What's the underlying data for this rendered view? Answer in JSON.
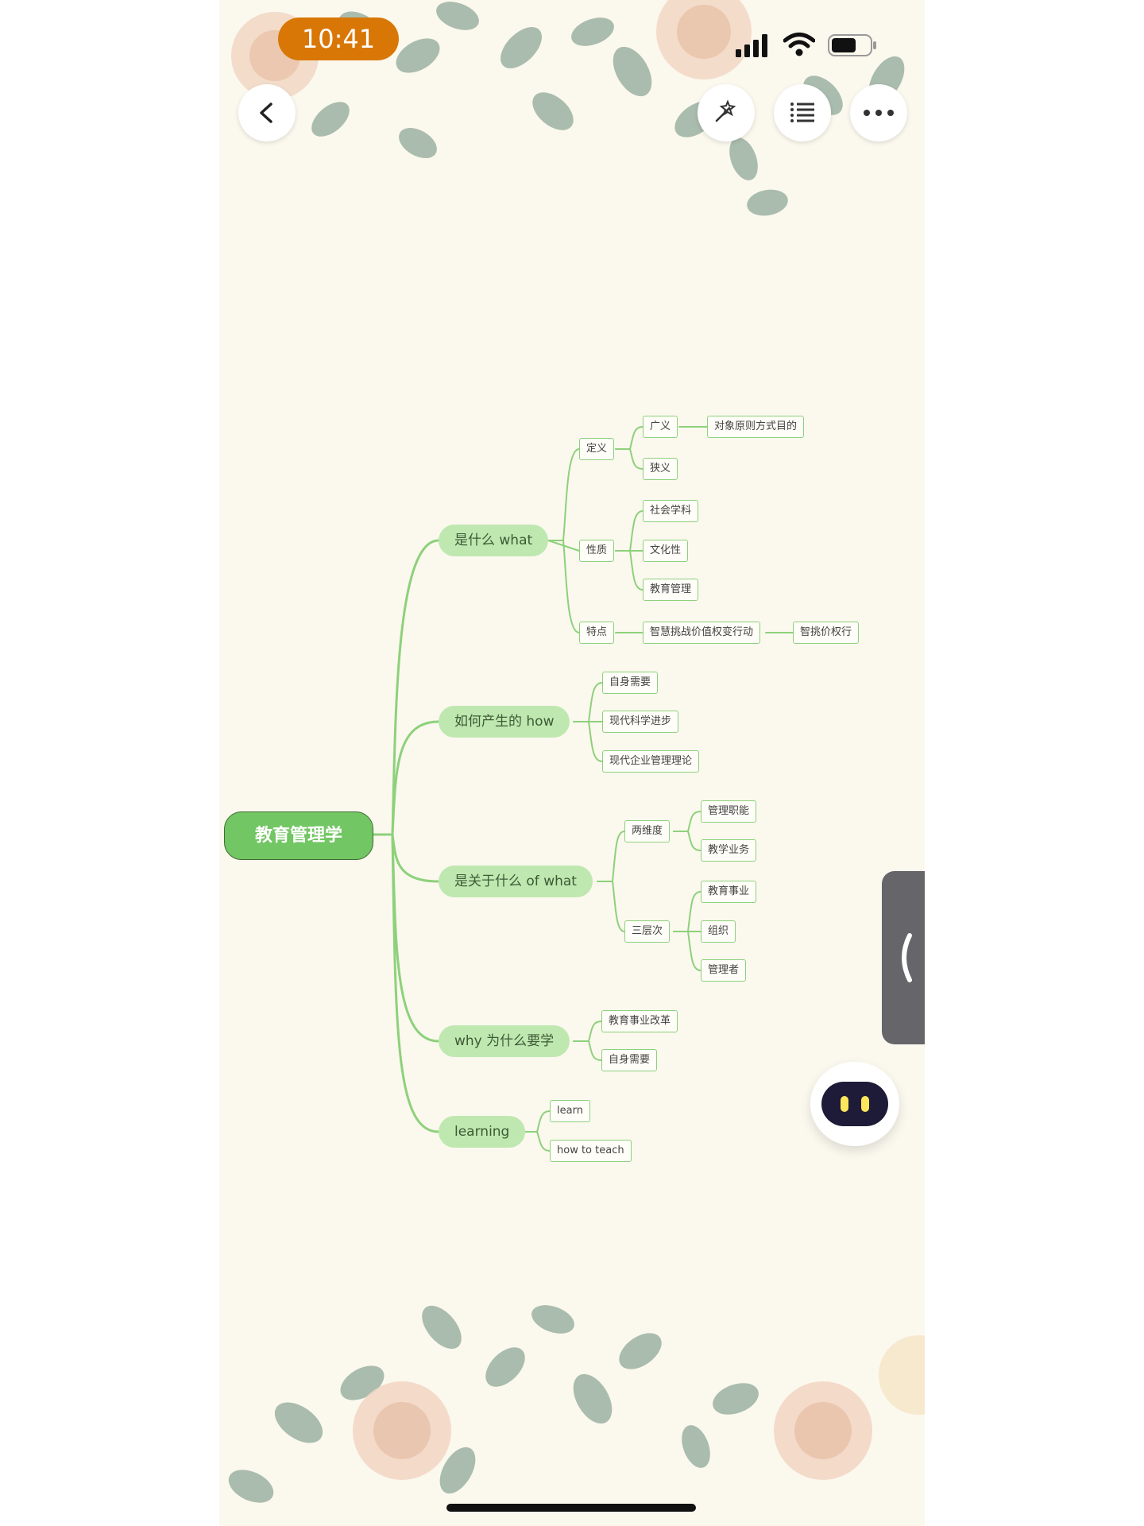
{
  "status_bar": {
    "time": "10:41"
  },
  "toolbar": {
    "back": "back-arrow",
    "icons": [
      "magic-wand-icon",
      "outline-list-icon",
      "more-icon"
    ]
  },
  "mindmap": {
    "root": "教育管理学",
    "what": {
      "label": "是什么 what",
      "definition": {
        "label": "定义",
        "broad": "广义",
        "broad_detail": "对象原则方式目的",
        "narrow": "狭义"
      },
      "nature": {
        "label": "性质",
        "items": [
          "社会学科",
          "文化性",
          "教育管理"
        ]
      },
      "features": {
        "label": "特点",
        "item": "智慧挑战价值权变行动",
        "detail": "智挑价权行"
      }
    },
    "how": {
      "label": "如何产生的 how",
      "items": [
        "自身需要",
        "现代科学进步",
        "现代企业管理理论"
      ]
    },
    "of_what": {
      "label": "是关于什么 of what",
      "two_dims": {
        "label": "两维度",
        "items": [
          "管理职能",
          "教学业务"
        ]
      },
      "three_levels": {
        "label": "三层次",
        "items": [
          "教育事业",
          "组织",
          "管理者"
        ]
      }
    },
    "why": {
      "label": "why 为什么要学",
      "items": [
        "教育事业改革",
        "自身需要"
      ]
    },
    "learning": {
      "label": "learning",
      "items": [
        "learn",
        "how to teach"
      ]
    }
  },
  "colors": {
    "accent": "#72c663",
    "branch": "#8dd17b",
    "background": "#fbf8ee",
    "time_pill": "#d97706"
  }
}
